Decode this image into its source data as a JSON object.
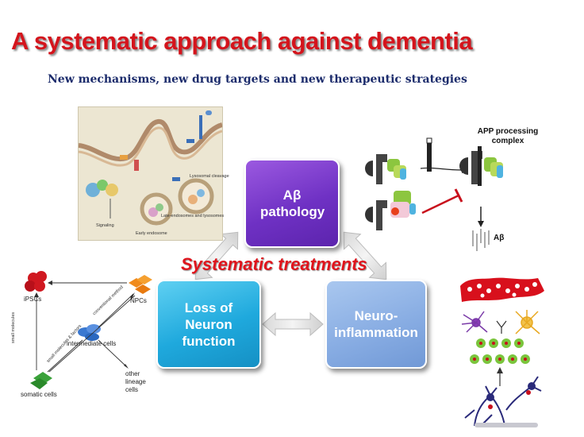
{
  "header": {
    "title": "A systematic approach against dementia",
    "subtitle": "New mechanisms, new drug targets and new therapeutic strategies"
  },
  "center": {
    "label": "Systematic treatments",
    "boxes": {
      "abeta": "Aβ pathology",
      "loss": "Loss of Neuron function",
      "neuro": "Neuro-inflammation"
    }
  },
  "cell_panel": {
    "labels": [
      "Late-endosomes and lysosomes",
      "Early endosome",
      "Signaling",
      "Lysosomal cleavage"
    ]
  },
  "app_panel": {
    "complex_label": "APP processing complex",
    "product_label": "Aβ"
  },
  "reprogramming": {
    "ipscs": "iPSCs",
    "npcs": "NPCs",
    "intermediate": "intermediate cells",
    "somatic": "somatic cells",
    "other": "other lineage cells",
    "small_molecules": "small molecules",
    "small_molecules_tf": "small molecules & factors",
    "conventional": "conventional method"
  },
  "colors": {
    "title": "#d4141c",
    "subtitle": "#1c2c6c",
    "abeta_box": "#6f31c4",
    "loss_box": "#1fa9dd",
    "neuro_box": "#86abe2"
  }
}
